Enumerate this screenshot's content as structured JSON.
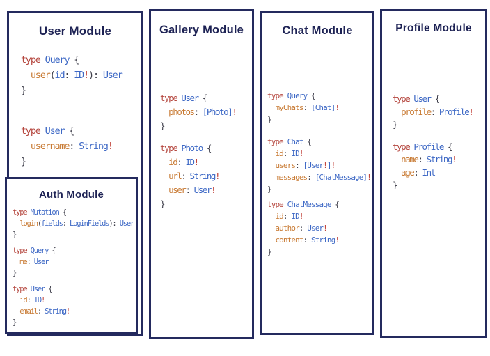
{
  "colors": {
    "border_navy": "#242a5e",
    "title_navy": "#1d2254",
    "keyword_red": "#b5473f",
    "type_blue": "#3d68c5",
    "field_orange": "#c87a33",
    "punct_dark": "#3e3e4a",
    "bang_red": "#c2453c"
  },
  "panels": {
    "user": {
      "title": "User Module",
      "blocks": [
        [
          [
            [
              "kw",
              "type "
            ],
            [
              "ty",
              "Query "
            ],
            [
              "pn",
              "{"
            ]
          ],
          [
            [
              "pn",
              "  "
            ],
            [
              "fld",
              "user"
            ],
            [
              "pn",
              "("
            ],
            [
              "ty",
              "id"
            ],
            [
              "pn",
              ": "
            ],
            [
              "ty",
              "ID"
            ],
            [
              "bang",
              "!"
            ],
            [
              "pn",
              "): "
            ],
            [
              "ty",
              "User"
            ]
          ],
          [
            [
              "pn",
              "}"
            ]
          ]
        ],
        [
          [
            [
              "kw",
              "type "
            ],
            [
              "ty",
              "User "
            ],
            [
              "pn",
              "{"
            ]
          ],
          [
            [
              "pn",
              "  "
            ],
            [
              "fld",
              "username"
            ],
            [
              "pn",
              ": "
            ],
            [
              "ty",
              "String"
            ],
            [
              "bang",
              "!"
            ]
          ],
          [
            [
              "pn",
              "}"
            ]
          ]
        ]
      ]
    },
    "auth": {
      "title": "Auth Module",
      "blocks": [
        [
          [
            [
              "kw",
              "type "
            ],
            [
              "ty",
              "Mutation "
            ],
            [
              "pn",
              "{"
            ]
          ],
          [
            [
              "pn",
              "  "
            ],
            [
              "fld",
              "login"
            ],
            [
              "pn",
              "("
            ],
            [
              "ty",
              "fields"
            ],
            [
              "pn",
              ": "
            ],
            [
              "ty",
              "LoginFields"
            ],
            [
              "pn",
              "): "
            ],
            [
              "ty",
              "User"
            ]
          ],
          [
            [
              "pn",
              "}"
            ]
          ]
        ],
        [
          [
            [
              "kw",
              "type "
            ],
            [
              "ty",
              "Query "
            ],
            [
              "pn",
              "{"
            ]
          ],
          [
            [
              "pn",
              "  "
            ],
            [
              "fld",
              "me"
            ],
            [
              "pn",
              ": "
            ],
            [
              "ty",
              "User"
            ]
          ],
          [
            [
              "pn",
              "}"
            ]
          ]
        ],
        [
          [
            [
              "kw",
              "type "
            ],
            [
              "ty",
              "User "
            ],
            [
              "pn",
              "{"
            ]
          ],
          [
            [
              "pn",
              "  "
            ],
            [
              "fld",
              "id"
            ],
            [
              "pn",
              ": "
            ],
            [
              "ty",
              "ID"
            ],
            [
              "bang",
              "!"
            ]
          ],
          [
            [
              "pn",
              "  "
            ],
            [
              "fld",
              "email"
            ],
            [
              "pn",
              ": "
            ],
            [
              "ty",
              "String"
            ],
            [
              "bang",
              "!"
            ]
          ],
          [
            [
              "pn",
              "}"
            ]
          ]
        ]
      ]
    },
    "gallery": {
      "title": "Gallery Module",
      "blocks": [
        [
          [
            [
              "kw",
              "type "
            ],
            [
              "ty",
              "User "
            ],
            [
              "pn",
              "{"
            ]
          ],
          [
            [
              "pn",
              "  "
            ],
            [
              "fld",
              "photos"
            ],
            [
              "pn",
              ": "
            ],
            [
              "ty",
              "[Photo]"
            ],
            [
              "bang",
              "!"
            ]
          ],
          [
            [
              "pn",
              "}"
            ]
          ]
        ],
        [
          [
            [
              "kw",
              "type "
            ],
            [
              "ty",
              "Photo "
            ],
            [
              "pn",
              "{"
            ]
          ],
          [
            [
              "pn",
              "  "
            ],
            [
              "fld",
              "id"
            ],
            [
              "pn",
              ": "
            ],
            [
              "ty",
              "ID"
            ],
            [
              "bang",
              "!"
            ]
          ],
          [
            [
              "pn",
              "  "
            ],
            [
              "fld",
              "url"
            ],
            [
              "pn",
              ": "
            ],
            [
              "ty",
              "String"
            ],
            [
              "bang",
              "!"
            ]
          ],
          [
            [
              "pn",
              "  "
            ],
            [
              "fld",
              "user"
            ],
            [
              "pn",
              ": "
            ],
            [
              "ty",
              "User"
            ],
            [
              "bang",
              "!"
            ]
          ],
          [
            [
              "pn",
              "}"
            ]
          ]
        ]
      ]
    },
    "chat": {
      "title": "Chat Module",
      "blocks": [
        [
          [
            [
              "kw",
              "type "
            ],
            [
              "ty",
              "Query "
            ],
            [
              "pn",
              "{"
            ]
          ],
          [
            [
              "pn",
              "  "
            ],
            [
              "fld",
              "myChats"
            ],
            [
              "pn",
              ": "
            ],
            [
              "ty",
              "[Chat]"
            ],
            [
              "bang",
              "!"
            ]
          ],
          [
            [
              "pn",
              "}"
            ]
          ]
        ],
        [
          [
            [
              "kw",
              "type "
            ],
            [
              "ty",
              "Chat "
            ],
            [
              "pn",
              "{"
            ]
          ],
          [
            [
              "pn",
              "  "
            ],
            [
              "fld",
              "id"
            ],
            [
              "pn",
              ": "
            ],
            [
              "ty",
              "ID"
            ],
            [
              "bang",
              "!"
            ]
          ],
          [
            [
              "pn",
              "  "
            ],
            [
              "fld",
              "users"
            ],
            [
              "pn",
              ": "
            ],
            [
              "ty",
              "[User"
            ],
            [
              "bang",
              "!"
            ],
            [
              "ty",
              "]"
            ],
            [
              "bang",
              "!"
            ]
          ],
          [
            [
              "pn",
              "  "
            ],
            [
              "fld",
              "messages"
            ],
            [
              "pn",
              ": "
            ],
            [
              "ty",
              "[ChatMessage]"
            ],
            [
              "bang",
              "!"
            ]
          ],
          [
            [
              "pn",
              "}"
            ]
          ]
        ],
        [
          [
            [
              "kw",
              "type "
            ],
            [
              "ty",
              "ChatMessage "
            ],
            [
              "pn",
              "{"
            ]
          ],
          [
            [
              "pn",
              "  "
            ],
            [
              "fld",
              "id"
            ],
            [
              "pn",
              ": "
            ],
            [
              "ty",
              "ID"
            ],
            [
              "bang",
              "!"
            ]
          ],
          [
            [
              "pn",
              "  "
            ],
            [
              "fld",
              "author"
            ],
            [
              "pn",
              ": "
            ],
            [
              "ty",
              "User"
            ],
            [
              "bang",
              "!"
            ]
          ],
          [
            [
              "pn",
              "  "
            ],
            [
              "fld",
              "content"
            ],
            [
              "pn",
              ": "
            ],
            [
              "ty",
              "String"
            ],
            [
              "bang",
              "!"
            ]
          ],
          [
            [
              "pn",
              "}"
            ]
          ]
        ]
      ]
    },
    "profile": {
      "title": "Profile Module",
      "blocks": [
        [
          [
            [
              "kw",
              "type "
            ],
            [
              "ty",
              "User "
            ],
            [
              "pn",
              "{"
            ]
          ],
          [
            [
              "pn",
              "  "
            ],
            [
              "fld",
              "profile"
            ],
            [
              "pn",
              ": "
            ],
            [
              "ty",
              "Profile"
            ],
            [
              "bang",
              "!"
            ]
          ],
          [
            [
              "pn",
              "}"
            ]
          ]
        ],
        [
          [
            [
              "kw",
              "type "
            ],
            [
              "ty",
              "Profile "
            ],
            [
              "pn",
              "{"
            ]
          ],
          [
            [
              "pn",
              "  "
            ],
            [
              "fld",
              "name"
            ],
            [
              "pn",
              ": "
            ],
            [
              "ty",
              "String"
            ],
            [
              "bang",
              "!"
            ]
          ],
          [
            [
              "pn",
              "  "
            ],
            [
              "fld",
              "age"
            ],
            [
              "pn",
              ": "
            ],
            [
              "ty",
              "Int"
            ]
          ],
          [
            [
              "pn",
              "}"
            ]
          ]
        ]
      ]
    }
  }
}
